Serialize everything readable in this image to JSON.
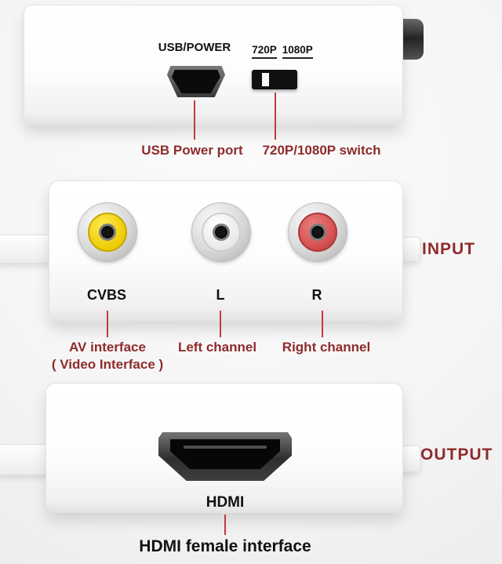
{
  "top_panel": {
    "port_label": "USB/POWER",
    "switch_left_label": "720P",
    "switch_right_label": "1080P",
    "usb_annotation": "USB Power port",
    "switch_annotation": "720P/1080P switch"
  },
  "input_panel": {
    "side_label": "INPUT",
    "jacks": [
      {
        "id": "cvbs",
        "label": "CVBS",
        "color": "#eccb00"
      },
      {
        "id": "left-audio",
        "label": "L",
        "color": "#f2f2f2"
      },
      {
        "id": "right-audio",
        "label": "R",
        "color": "#cf4848"
      }
    ],
    "av_annotation_line1": "AV interface",
    "av_annotation_line2": "( Video Interface )",
    "left_annotation": "Left channel",
    "right_annotation": "Right channel"
  },
  "output_panel": {
    "side_label": "OUTPUT",
    "port_label": "HDMI",
    "annotation": "HDMI female interface"
  },
  "colors": {
    "annotation_text": "#8e2b2b",
    "pointer_line": "#c23a3a",
    "device_white": "#ffffff"
  }
}
